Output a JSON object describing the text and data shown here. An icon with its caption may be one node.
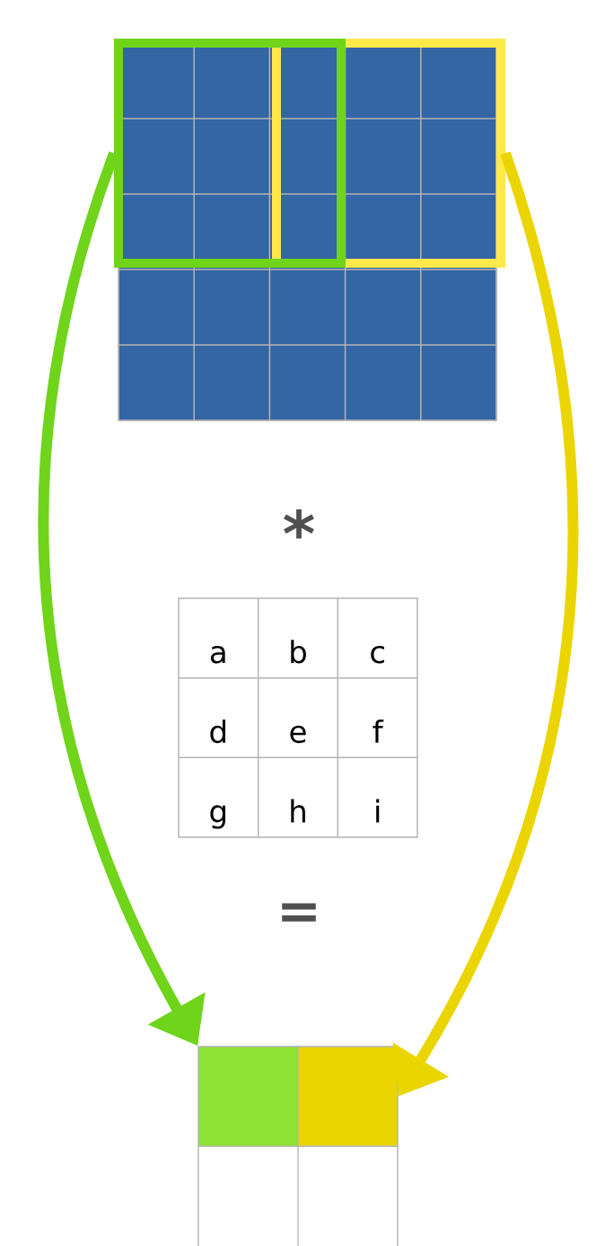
{
  "diagram": {
    "nodes": [
      {
        "text": [],
        "shape": "box"
      },
      {
        "text": [],
        "shape": "box"
      },
      {
        "text": [],
        "shape": "box"
      },
      {
        "text": [],
        "shape": "box"
      }
    ],
    "edges": [
      {
        "from": 0,
        "to": 2,
        "arrow": "to",
        "color": "#6fd41a"
      },
      {
        "from": 1,
        "to": 3,
        "arrow": "to",
        "color": "#ebd500"
      }
    ],
    "labels": [
      "*",
      "a",
      "b",
      "c",
      "d",
      "e",
      "f",
      "g",
      "h",
      "i",
      "="
    ]
  }
}
